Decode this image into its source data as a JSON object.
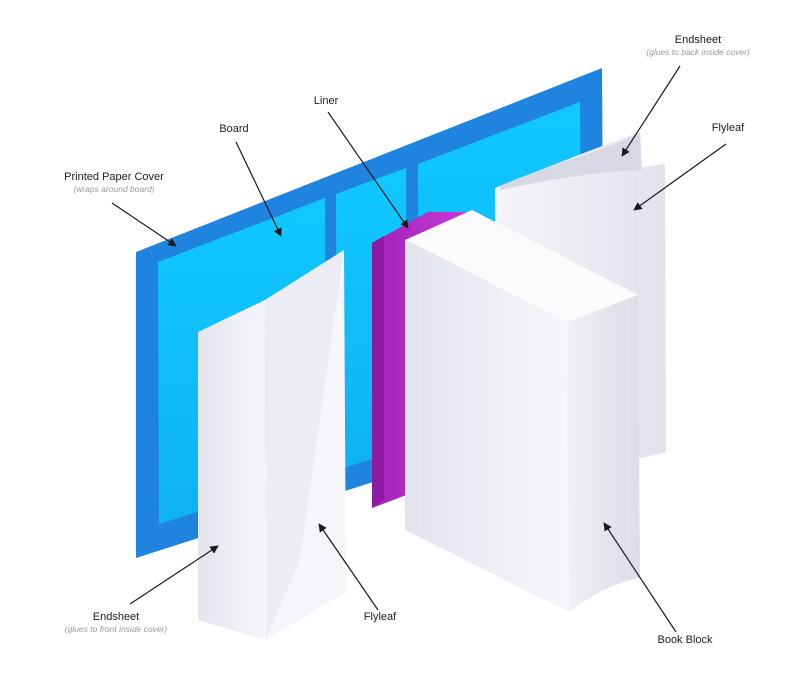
{
  "colors": {
    "cover_dark": "#1f84e0",
    "board_light": "#11c4ff",
    "liner": "#b32bc4",
    "paper": "#f3f3f8",
    "paper_shadow": "#d6d6e0",
    "arrow": "#1a1a1a"
  },
  "labels": {
    "printed_cover": {
      "main": "Printed Paper Cover",
      "sub": "(wraps around board)"
    },
    "board": {
      "main": "Board"
    },
    "liner": {
      "main": "Liner"
    },
    "endsheet_back": {
      "main": "Endsheet",
      "sub": "(glues to back inside cover)"
    },
    "flyleaf_back": {
      "main": "Flyleaf"
    },
    "endsheet_front": {
      "main": "Endsheet",
      "sub": "(glues to front inside cover)"
    },
    "flyleaf_front": {
      "main": "Flyleaf"
    },
    "book_block": {
      "main": "Book Block"
    }
  }
}
